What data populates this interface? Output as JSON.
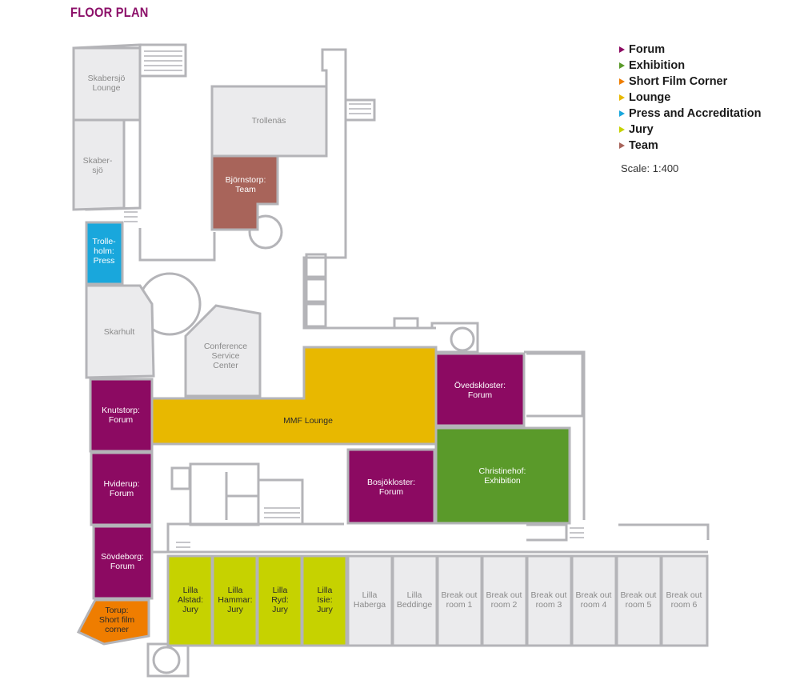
{
  "title": "FLOOR PLAN",
  "colors": {
    "title": "#8c1069",
    "forum": "#8c0a62",
    "exhibition": "#5a9a2a",
    "short_film": "#ef7d00",
    "lounge": "#e8b800",
    "press": "#19a7dc",
    "jury": "#c6d200",
    "team": "#a8645a",
    "room_fill": "#ebebed",
    "wall": "#b4b4b8",
    "label_dark": "#2a2a2a",
    "label_light": "#ffffff",
    "label_gray": "#8a8a8a"
  },
  "legend": [
    {
      "label": "Forum",
      "color": "#8c0a62"
    },
    {
      "label": "Exhibition",
      "color": "#5a9a2a"
    },
    {
      "label": "Short Film Corner",
      "color": "#ef7d00"
    },
    {
      "label": "Lounge",
      "color": "#e8b800"
    },
    {
      "label": "Press and Accreditation",
      "color": "#19a7dc"
    },
    {
      "label": "Jury",
      "color": "#c6d200"
    },
    {
      "label": "Team",
      "color": "#a8645a"
    }
  ],
  "scale": "Scale: 1:400",
  "rooms": {
    "skabersjo_lounge": [
      "Skabersjö",
      "Lounge"
    ],
    "skabersjo": [
      "Skaber-",
      "sjö"
    ],
    "trollenas": [
      "Trollenäs"
    ],
    "bjornstorp": [
      "Björnstorp:",
      "Team"
    ],
    "trolleholm": [
      "Trolle-",
      "holm:",
      "Press"
    ],
    "skarhult": [
      "Skarhult"
    ],
    "conference_service": [
      "Conference",
      "Service",
      "Center"
    ],
    "knutstorp": [
      "Knutstorp:",
      "Forum"
    ],
    "mmf_lounge": [
      "MMF Lounge"
    ],
    "ovedskloster": [
      "Övedskloster:",
      "Forum"
    ],
    "hviderup": [
      "Hviderup:",
      "Forum"
    ],
    "bosjokloster": [
      "Bosjökloster:",
      "Forum"
    ],
    "christinehof": [
      "Christinehof:",
      "Exhibition"
    ],
    "sovdeborg": [
      "Sövdeborg:",
      "Forum"
    ],
    "lilla_alstad": [
      "Lilla",
      "Alstad:",
      "Jury"
    ],
    "lilla_hammar": [
      "Lilla",
      "Hammar:",
      "Jury"
    ],
    "lilla_ryd": [
      "Lilla",
      "Ryd:",
      "Jury"
    ],
    "lilla_isie": [
      "Lilla",
      "Isie:",
      "Jury"
    ],
    "lilla_haberga": [
      "Lilla",
      "Haberga"
    ],
    "lilla_beddinge": [
      "Lilla",
      "Beddinge"
    ],
    "break_out_1": [
      "Break out",
      "room 1"
    ],
    "break_out_2": [
      "Break out",
      "room 2"
    ],
    "break_out_3": [
      "Break out",
      "room 3"
    ],
    "break_out_4": [
      "Break out",
      "room 4"
    ],
    "break_out_5": [
      "Break out",
      "room 5"
    ],
    "break_out_6": [
      "Break out",
      "room 6"
    ],
    "torup": [
      "Torup:",
      "Short film",
      "corner"
    ]
  }
}
